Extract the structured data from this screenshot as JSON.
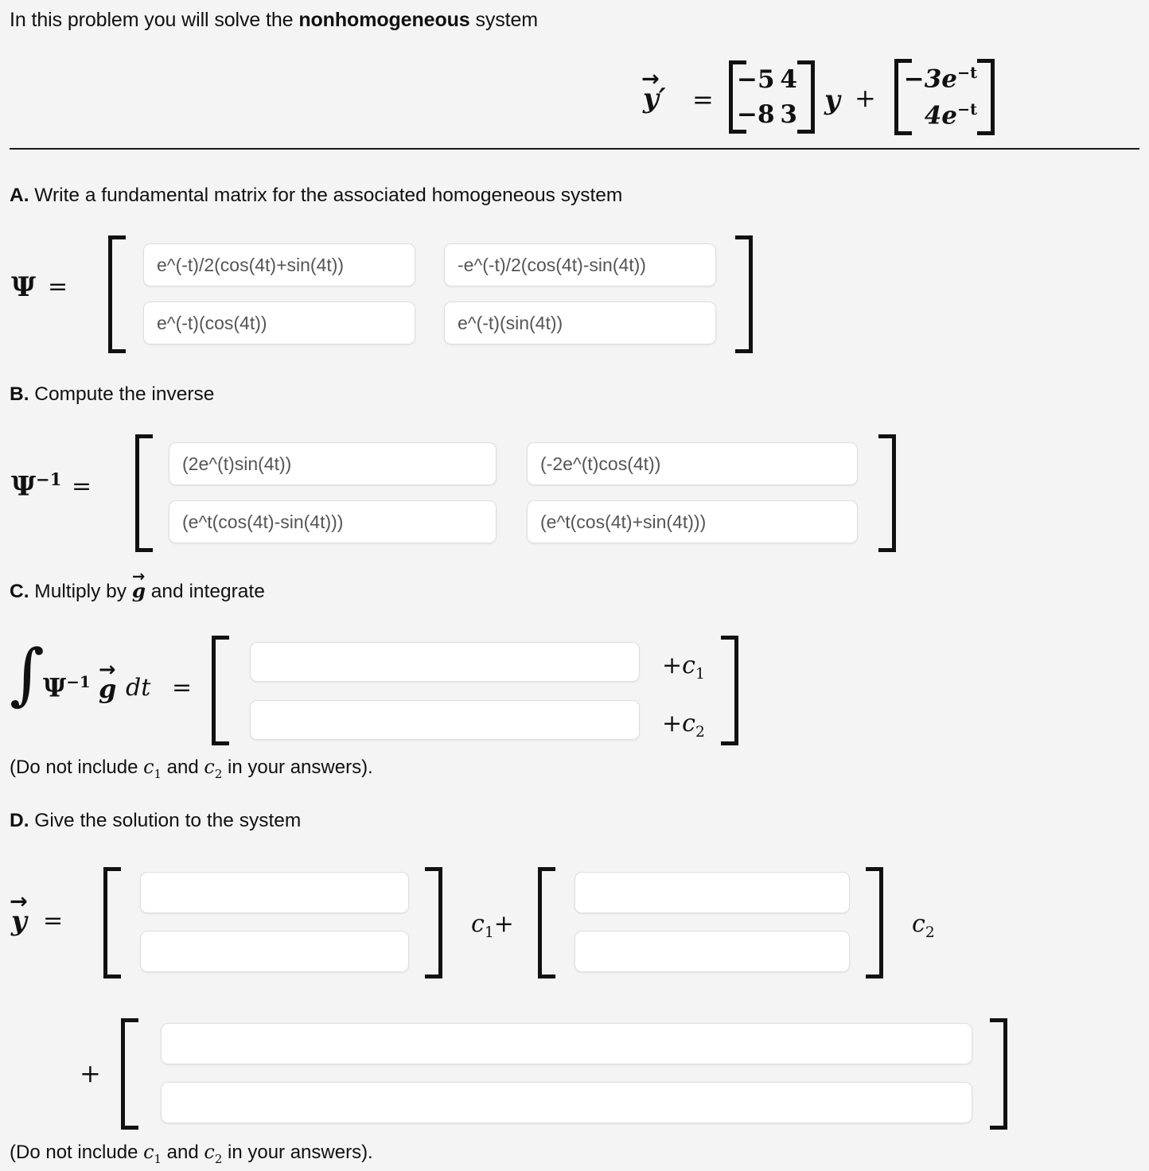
{
  "problem": {
    "intro_pre": "In this problem you will solve the ",
    "intro_bold": "nonhomogeneous",
    "intro_post": " system",
    "equation": {
      "lhs": "y′",
      "equals": "=",
      "matrix": [
        [
          "−5",
          "4"
        ],
        [
          "−8",
          "3"
        ]
      ],
      "times_vector": "y",
      "plus": "+",
      "forcing": [
        "−3e−t",
        "4e−t"
      ],
      "forcing_display": [
        {
          "coef": "−3e",
          "exp": "−t"
        },
        {
          "coef": "4e",
          "exp": "−t"
        }
      ]
    }
  },
  "sections": {
    "a": {
      "letter": "A.",
      "text": " Write a fundamental matrix for the associated homogeneous system",
      "lhs_symbol": "Ψ",
      "equals": "=",
      "cells": [
        "e^(-t)/2(cos(4t)+sin(4t))",
        "-e^(-t)/2(cos(4t)-sin(4t))",
        "e^(-t)(cos(4t))",
        "e^(-t)(sin(4t))"
      ]
    },
    "b": {
      "letter": "B.",
      "text": " Compute the inverse",
      "lhs_symbol": "Ψ",
      "lhs_exp": "−1",
      "equals": "=",
      "cells": [
        "(2e^(t)sin(4t))",
        "(-2e^(t)cos(4t))",
        "(e^t(cos(4t)-sin(4t)))",
        "(e^t(cos(4t)+sin(4t)))"
      ]
    },
    "c": {
      "letter": "C.",
      "text_pre": " Multiply by ",
      "text_vec": "g",
      "text_post": " and integrate",
      "integral": "∫",
      "lhs_symbol": "Ψ",
      "lhs_exp": "−1",
      "lhs_vec": "g",
      "dt": "dt",
      "equals": "=",
      "cells": [
        "",
        ""
      ],
      "row_suffix": [
        "+c1",
        "+c2"
      ],
      "row_suffix_display": [
        {
          "plus": "+",
          "base": "c",
          "sub": "1"
        },
        {
          "plus": "+",
          "base": "c",
          "sub": "2"
        }
      ],
      "note": "(Do not include c1 and c2 in your answers).",
      "note_parts": {
        "pre": "(Do not include ",
        "c1_base": "c",
        "c1_sub": "1",
        "mid": " and ",
        "c2_base": "c",
        "c2_sub": "2",
        "post": " in your answers)."
      }
    },
    "d": {
      "letter": "D.",
      "text": " Give the solution to the system",
      "lhs_vec": "y",
      "equals": "=",
      "cells_first": [
        "",
        ""
      ],
      "coef1": {
        "base": "c",
        "sub": "1",
        "plus": "+"
      },
      "cells_second": [
        "",
        ""
      ],
      "coef2": {
        "base": "c",
        "sub": "2"
      },
      "plus_sign": "+",
      "cells_third": [
        "",
        ""
      ],
      "note": "(Do not include c1 and c2 in your answers).",
      "note_parts": {
        "pre": "(Do not include ",
        "c1_base": "c",
        "c1_sub": "1",
        "mid": " and ",
        "c2_base": "c",
        "c2_sub": "2",
        "post": " in your answers)."
      }
    }
  },
  "colors": {
    "page_background": "#f4f4f4",
    "box_background": "#ffffff",
    "box_border": "#dfdfdf",
    "box_text": "#555555",
    "text": "#111111",
    "rule": "#1a1a1a"
  }
}
